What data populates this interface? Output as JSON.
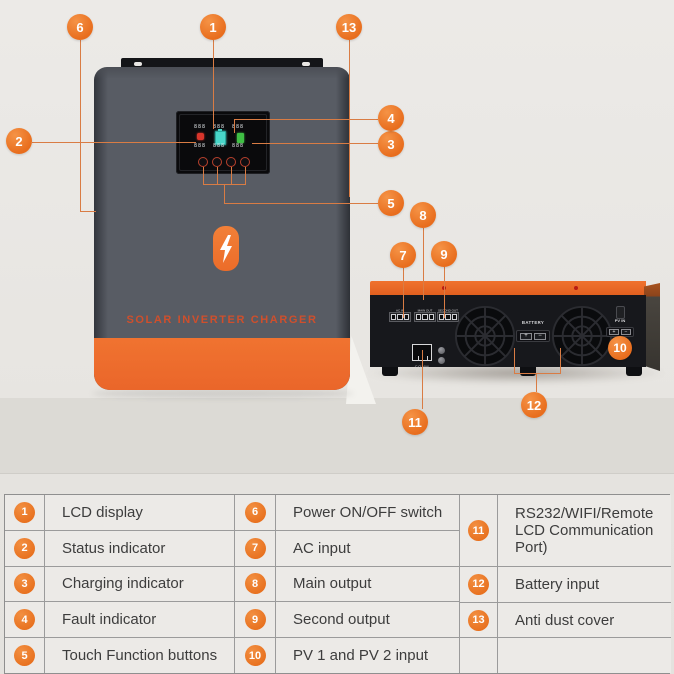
{
  "device": {
    "brand_text": "SOLAR INVERTER CHARGER",
    "lcd": {
      "top_segments": [
        "888",
        "888",
        "888"
      ],
      "bottom_segments": [
        "888",
        "888",
        "888"
      ]
    },
    "rear_labels": {
      "ac_in": "AC IN",
      "main_out": "MAIN OUT",
      "second_out": "SECOND OUT",
      "comm": "COMM",
      "battery": "BATTERY",
      "pv_in": "PV IN",
      "plus": "+",
      "minus": "−"
    },
    "icons": {
      "lightning_badge": "lightning-bolt",
      "caution_sticker": "⚠"
    }
  },
  "callouts": [
    "1",
    "2",
    "3",
    "4",
    "5",
    "6",
    "7",
    "8",
    "9",
    "10",
    "11",
    "12",
    "13"
  ],
  "legend": {
    "col1": [
      {
        "n": "1",
        "label": "LCD display"
      },
      {
        "n": "2",
        "label": "Status indicator"
      },
      {
        "n": "3",
        "label": "Charging indicator"
      },
      {
        "n": "4",
        "label": "Fault indicator"
      },
      {
        "n": "5",
        "label": "Touch Function buttons"
      }
    ],
    "col2": [
      {
        "n": "6",
        "label": "Power ON/OFF switch"
      },
      {
        "n": "7",
        "label": "AC input"
      },
      {
        "n": "8",
        "label": "Main output"
      },
      {
        "n": "9",
        "label": "Second output"
      },
      {
        "n": "10",
        "label": "PV 1 and PV 2 input"
      }
    ],
    "col3": [
      {
        "n": "11",
        "label": "RS232/WIFI/Remote LCD Communication Port)"
      },
      {
        "n": "12",
        "label": "Battery input"
      },
      {
        "n": "13",
        "label": "Anti dust cover"
      }
    ]
  },
  "colors": {
    "accent_orange": "#ed7324",
    "unit_orange": "#ee6f2c",
    "leader_line": "#d97c44",
    "lcd_cyan": "#49d6c9",
    "lcd_green": "#3fbf44",
    "lcd_red": "#d8352b",
    "legend_bg": "#eceae7",
    "legend_border": "#9b9b9b"
  }
}
